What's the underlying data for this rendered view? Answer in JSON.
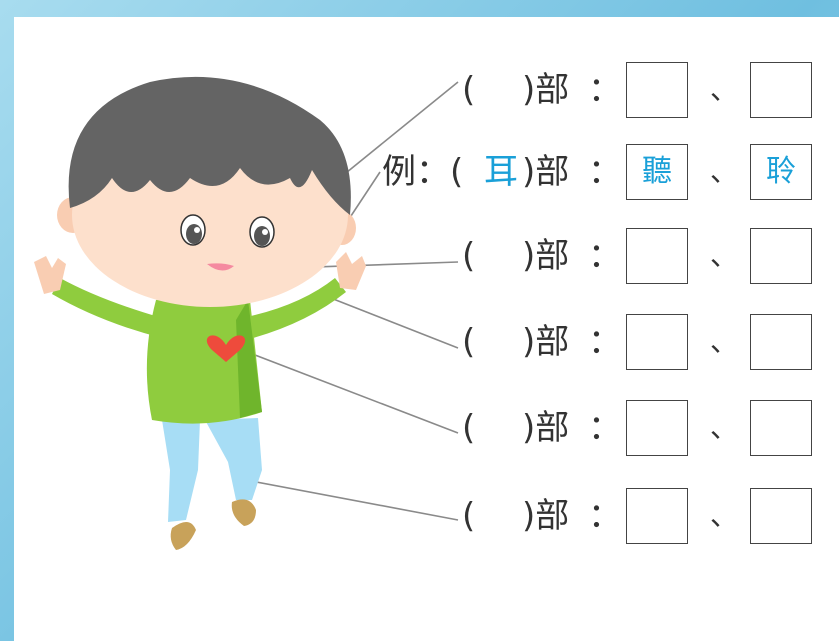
{
  "worksheet": {
    "open_paren": "(",
    "close_suffix": ")部",
    "colon": "：",
    "separator": "、",
    "example": {
      "label": "例：(",
      "radical": "耳",
      "suffix": ")部",
      "colon": "：",
      "word1": "聽",
      "word2": "聆"
    },
    "rows": [
      {
        "radical": "",
        "word1": "",
        "word2": ""
      },
      {
        "radical": "",
        "word1": "",
        "word2": ""
      },
      {
        "radical": "",
        "word1": "",
        "word2": ""
      },
      {
        "radical": "",
        "word1": "",
        "word2": ""
      },
      {
        "radical": "",
        "word1": "",
        "word2": ""
      }
    ]
  },
  "colors": {
    "accent": "#1aa0d8",
    "hair": "#646464",
    "shirt": "#8fcc3e",
    "pants": "#a7ddf5",
    "heart": "#ee4b3c"
  }
}
